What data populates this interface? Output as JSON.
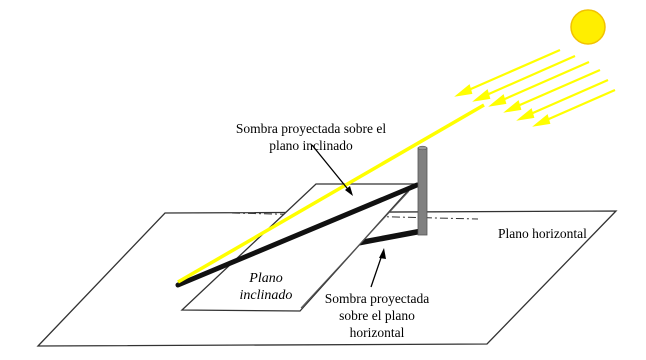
{
  "labels": {
    "inclined_shadow_line1": "Sombra proyectada sobre el",
    "inclined_shadow_line2": "plano inclinado",
    "horizontal_plane": "Plano horizontal",
    "inclined_plane_line1": "Plano",
    "inclined_plane_line2": "inclinado",
    "horizontal_shadow_line1": "Sombra proyectada",
    "horizontal_shadow_line2": "sobre el plano",
    "horizontal_shadow_line3": "horizontal"
  },
  "colors": {
    "sun": "#ffee00",
    "sun_outline": "#f2c200",
    "ray": "#ffff00",
    "pole": "#808080",
    "shadow": "#111111",
    "plane_outline": "#333333"
  }
}
